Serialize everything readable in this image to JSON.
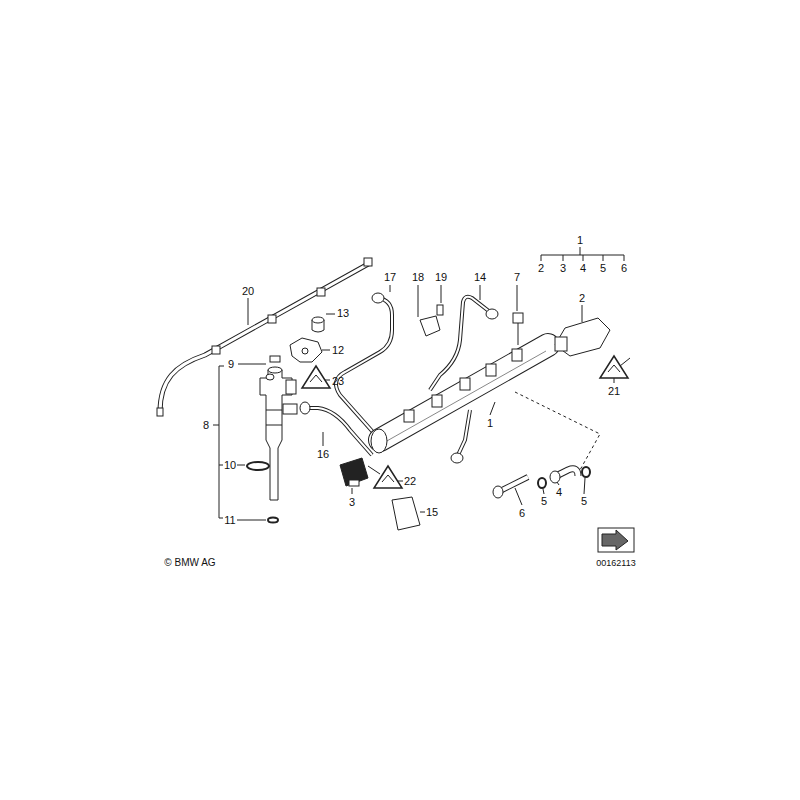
{
  "diagram": {
    "labels": [
      "1",
      "2",
      "3",
      "4",
      "5",
      "6",
      "20",
      "17",
      "18",
      "19",
      "14",
      "7",
      "2",
      "13",
      "9",
      "12",
      "23",
      "8",
      "1",
      "21",
      "16",
      "10",
      "22",
      "3",
      "4",
      "5",
      "5",
      "15",
      "6",
      "11",
      "© BMW AG",
      "00162113"
    ]
  }
}
